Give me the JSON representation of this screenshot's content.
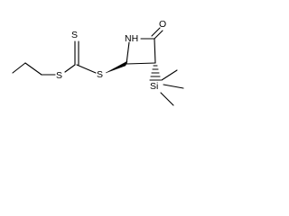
{
  "structure": {
    "atoms": {
      "s_ethyl": "S",
      "s_thione": "S",
      "s_bridge": "S",
      "n_ring": "NH",
      "o_carbonyl": "O",
      "si_group": "Si"
    }
  },
  "colors": {
    "ink": "#000000",
    "background": "#ffffff"
  }
}
